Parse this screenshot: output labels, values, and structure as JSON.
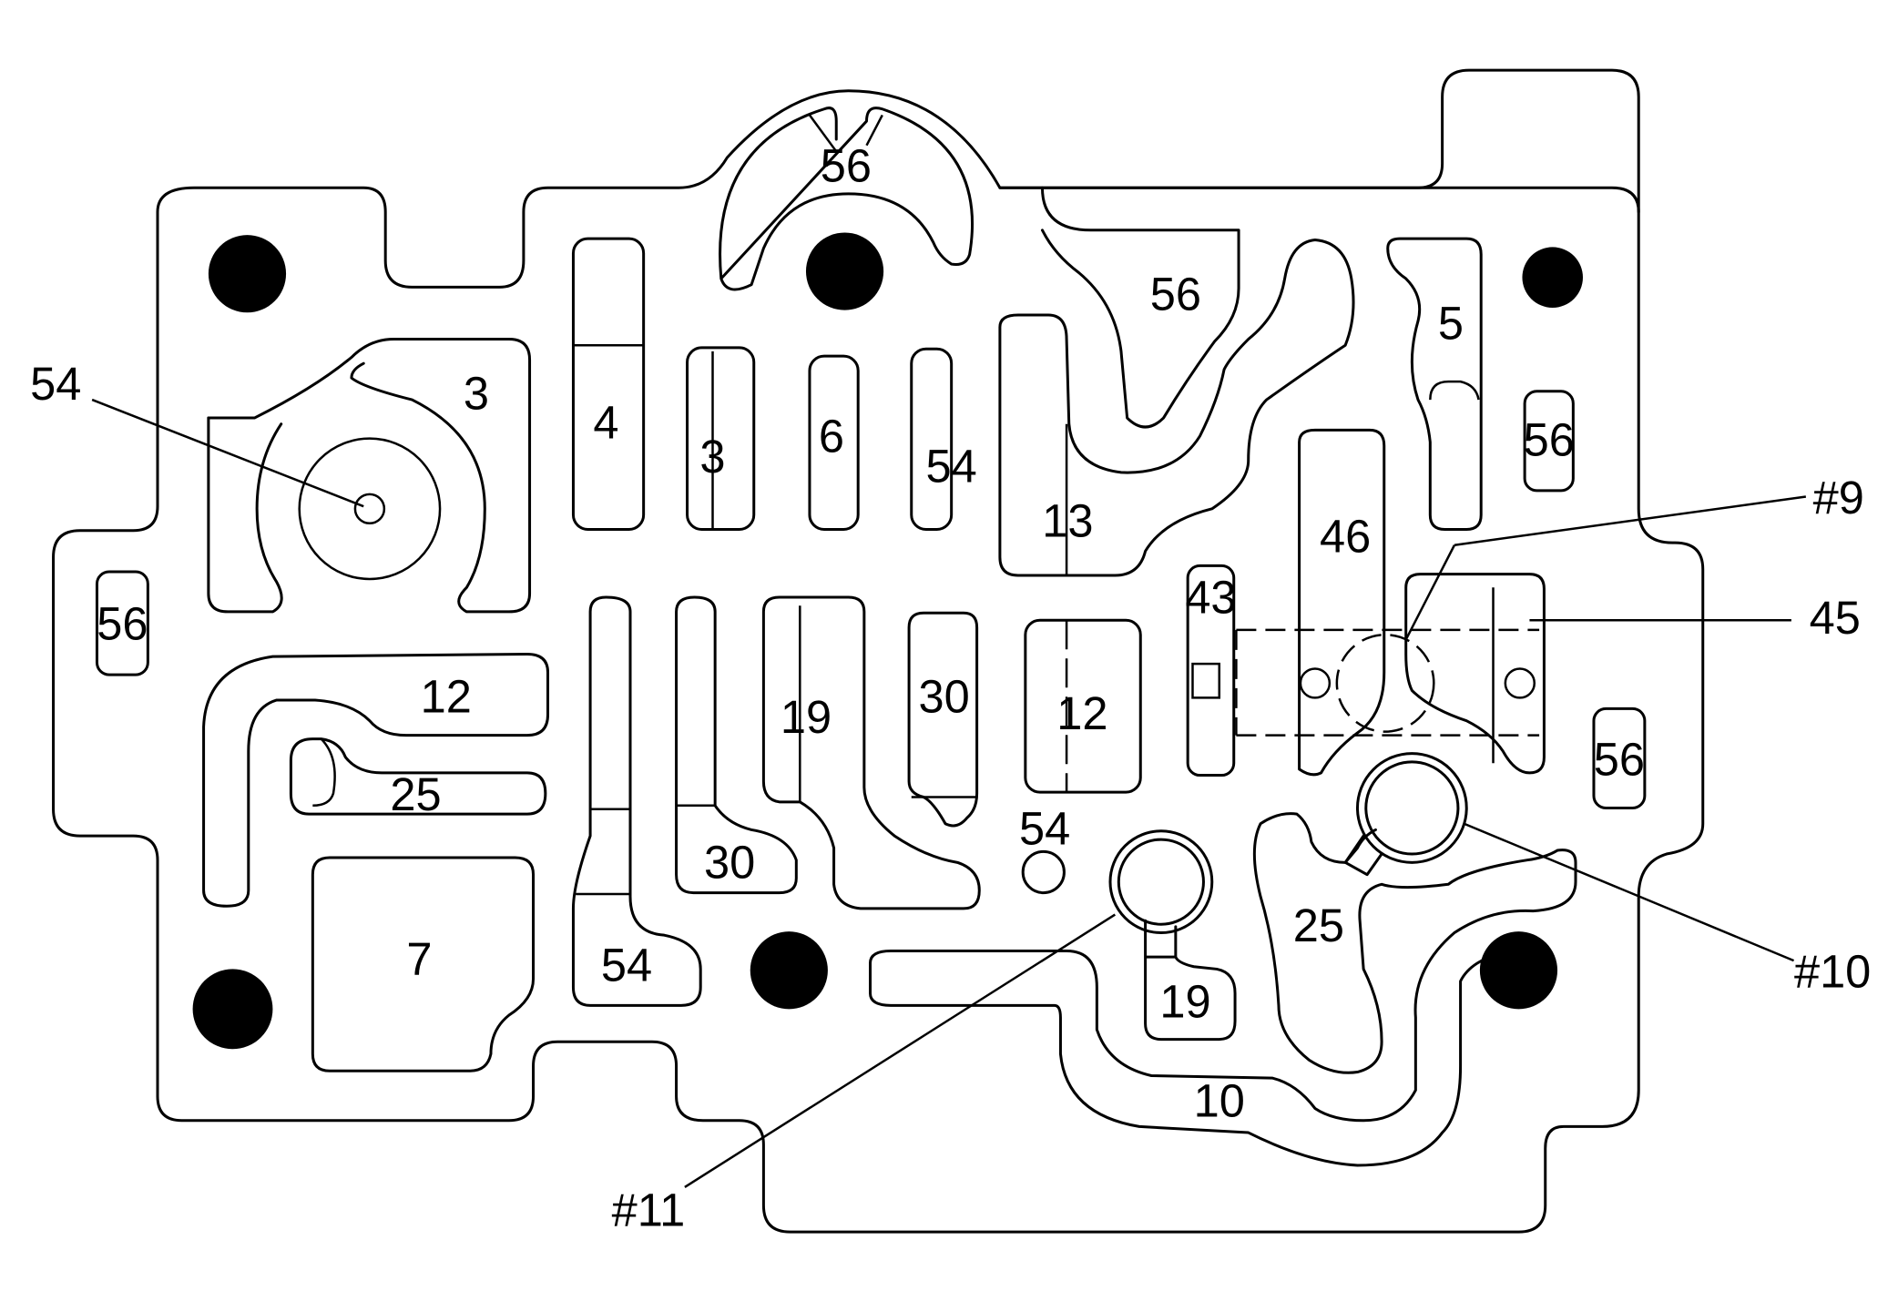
{
  "passage_labels": {
    "p56_arc": "56",
    "p3_top": "3",
    "p4": "4",
    "p3_mid": "3",
    "p6": "6",
    "p54_mid": "54",
    "p13": "13",
    "p56_top": "56",
    "p5": "5",
    "p56_right": "56",
    "p46": "46",
    "p43": "43",
    "p56_left": "56",
    "p12_left": "12",
    "p25_left": "25",
    "p19_mid": "19",
    "p30_mid": "30",
    "p12_mid": "12",
    "p56_right_low": "56",
    "p54_small": "54",
    "p30_low": "30",
    "p7": "7",
    "p54_low": "54",
    "p19_low": "19",
    "p25_right": "25",
    "p10": "10"
  },
  "callouts": {
    "left_54": "54",
    "check_9": "#9",
    "right_45": "45",
    "check_10": "#10",
    "check_11": "#11"
  }
}
